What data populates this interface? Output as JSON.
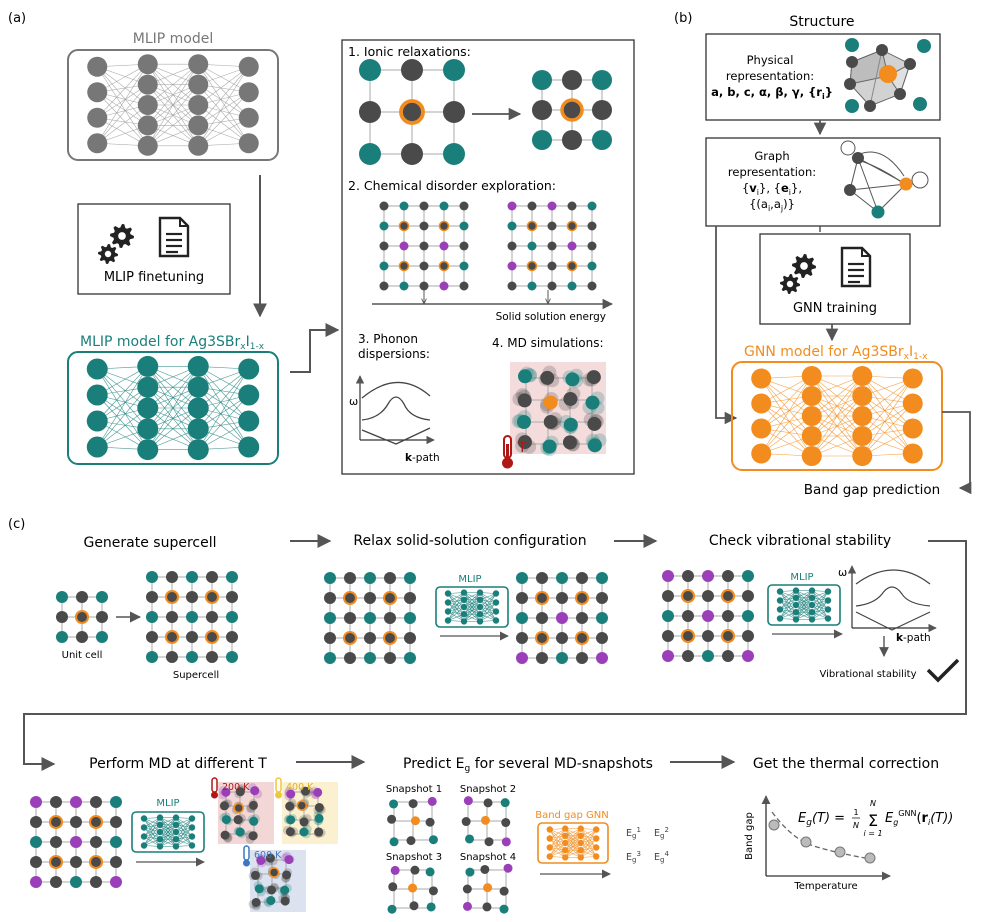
{
  "panel_labels": {
    "a": "(a)",
    "b": "(b)",
    "c": "(c)"
  },
  "panel_a": {
    "mlip_model": "MLIP model",
    "finetuning": "MLIP finetuning",
    "mlip_for_prefix": "MLIP model for Ag",
    "box": {
      "step1": "1. Ionic relaxations:",
      "step2": "2. Chemical disorder exploration:",
      "solid_solution_energy": "Solid solution energy",
      "step3_line1": "3. Phonon",
      "step3_line2": "dispersions:",
      "omega": "ω",
      "kpath_bold": "k",
      "kpath_rest": "-path",
      "step4": "4. MD simulations:",
      "temp_symbol": "T"
    }
  },
  "panel_b": {
    "structure": "Structure",
    "physical_line1": "Physical",
    "physical_line2": "representation:",
    "physical_line3": "a, b, c, α, β, γ, {r",
    "graph_line1": "Graph",
    "graph_line2": "representation:",
    "gnn_training": "GNN training",
    "gnn_for_prefix": "GNN model for Ag",
    "band_gap_prediction": "Band gap prediction"
  },
  "panel_c": {
    "generate_supercell": "Generate supercell",
    "unit_cell": "Unit cell",
    "supercell": "Supercell",
    "relax": "Relax solid-solution configuration",
    "mlip": "MLIP",
    "check_vib": "Check vibrational stability",
    "vib_stability": "Vibrational stability",
    "omega": "ω",
    "kpath_bold": "k",
    "kpath_rest": "-path",
    "perform_md": "Perform MD at different T",
    "t200": "200 K",
    "t400": "400 K",
    "t600": "600 K",
    "predict_prefix": "Predict E",
    "predict_suffix": " for several MD-snapshots",
    "snap1": "Snapshot 1",
    "snap2": "Snapshot 2",
    "snap3": "Snapshot 3",
    "snap4": "Snapshot 4",
    "band_gap_gnn": "Band gap GNN",
    "thermal": "Get the thermal correction",
    "band_gap_axis": "Band gap",
    "temperature_axis": "Temperature"
  },
  "colors": {
    "teal": "#1a7f7a",
    "orange": "#f28c1e",
    "dark": "#4a4a4a",
    "purple": "#9a3fb8",
    "grey_net": "#777777",
    "red": "#b01818",
    "yellow": "#f0c63a",
    "blue": "#3a78c2"
  }
}
